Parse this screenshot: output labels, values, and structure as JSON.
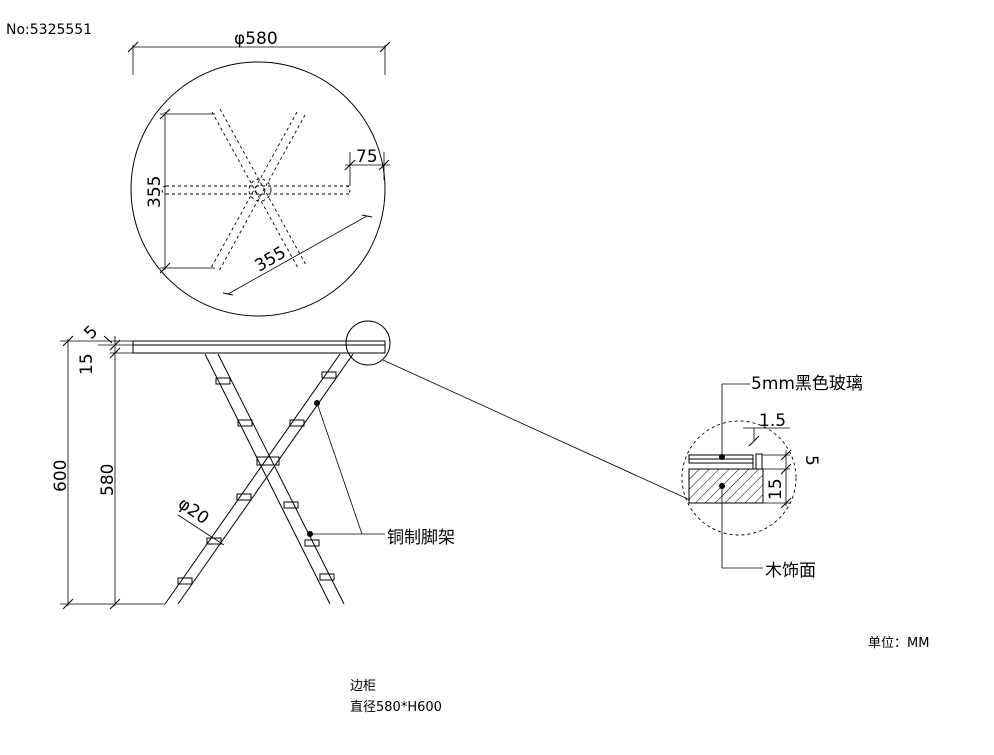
{
  "drawing_no": "No:5325551",
  "top_view": {
    "diameter": "φ580",
    "dim_vertical": "355",
    "dim_diagonal": "355",
    "dim_end": "75"
  },
  "elevation": {
    "dim_top_glass": "5",
    "dim_top_wood": "15",
    "dim_total": "600",
    "dim_leg": "580",
    "dim_tube": "φ20",
    "leg_label": "铜制脚架"
  },
  "detail": {
    "glass_label": "5mm黑色玻璃",
    "dim_gap": "1.5",
    "dim_glass": "5",
    "dim_wood": "15",
    "wood_label": "木饰面"
  },
  "unit_label": "单位：MM",
  "caption": {
    "name": "边柜",
    "spec": "直径580*H600"
  }
}
